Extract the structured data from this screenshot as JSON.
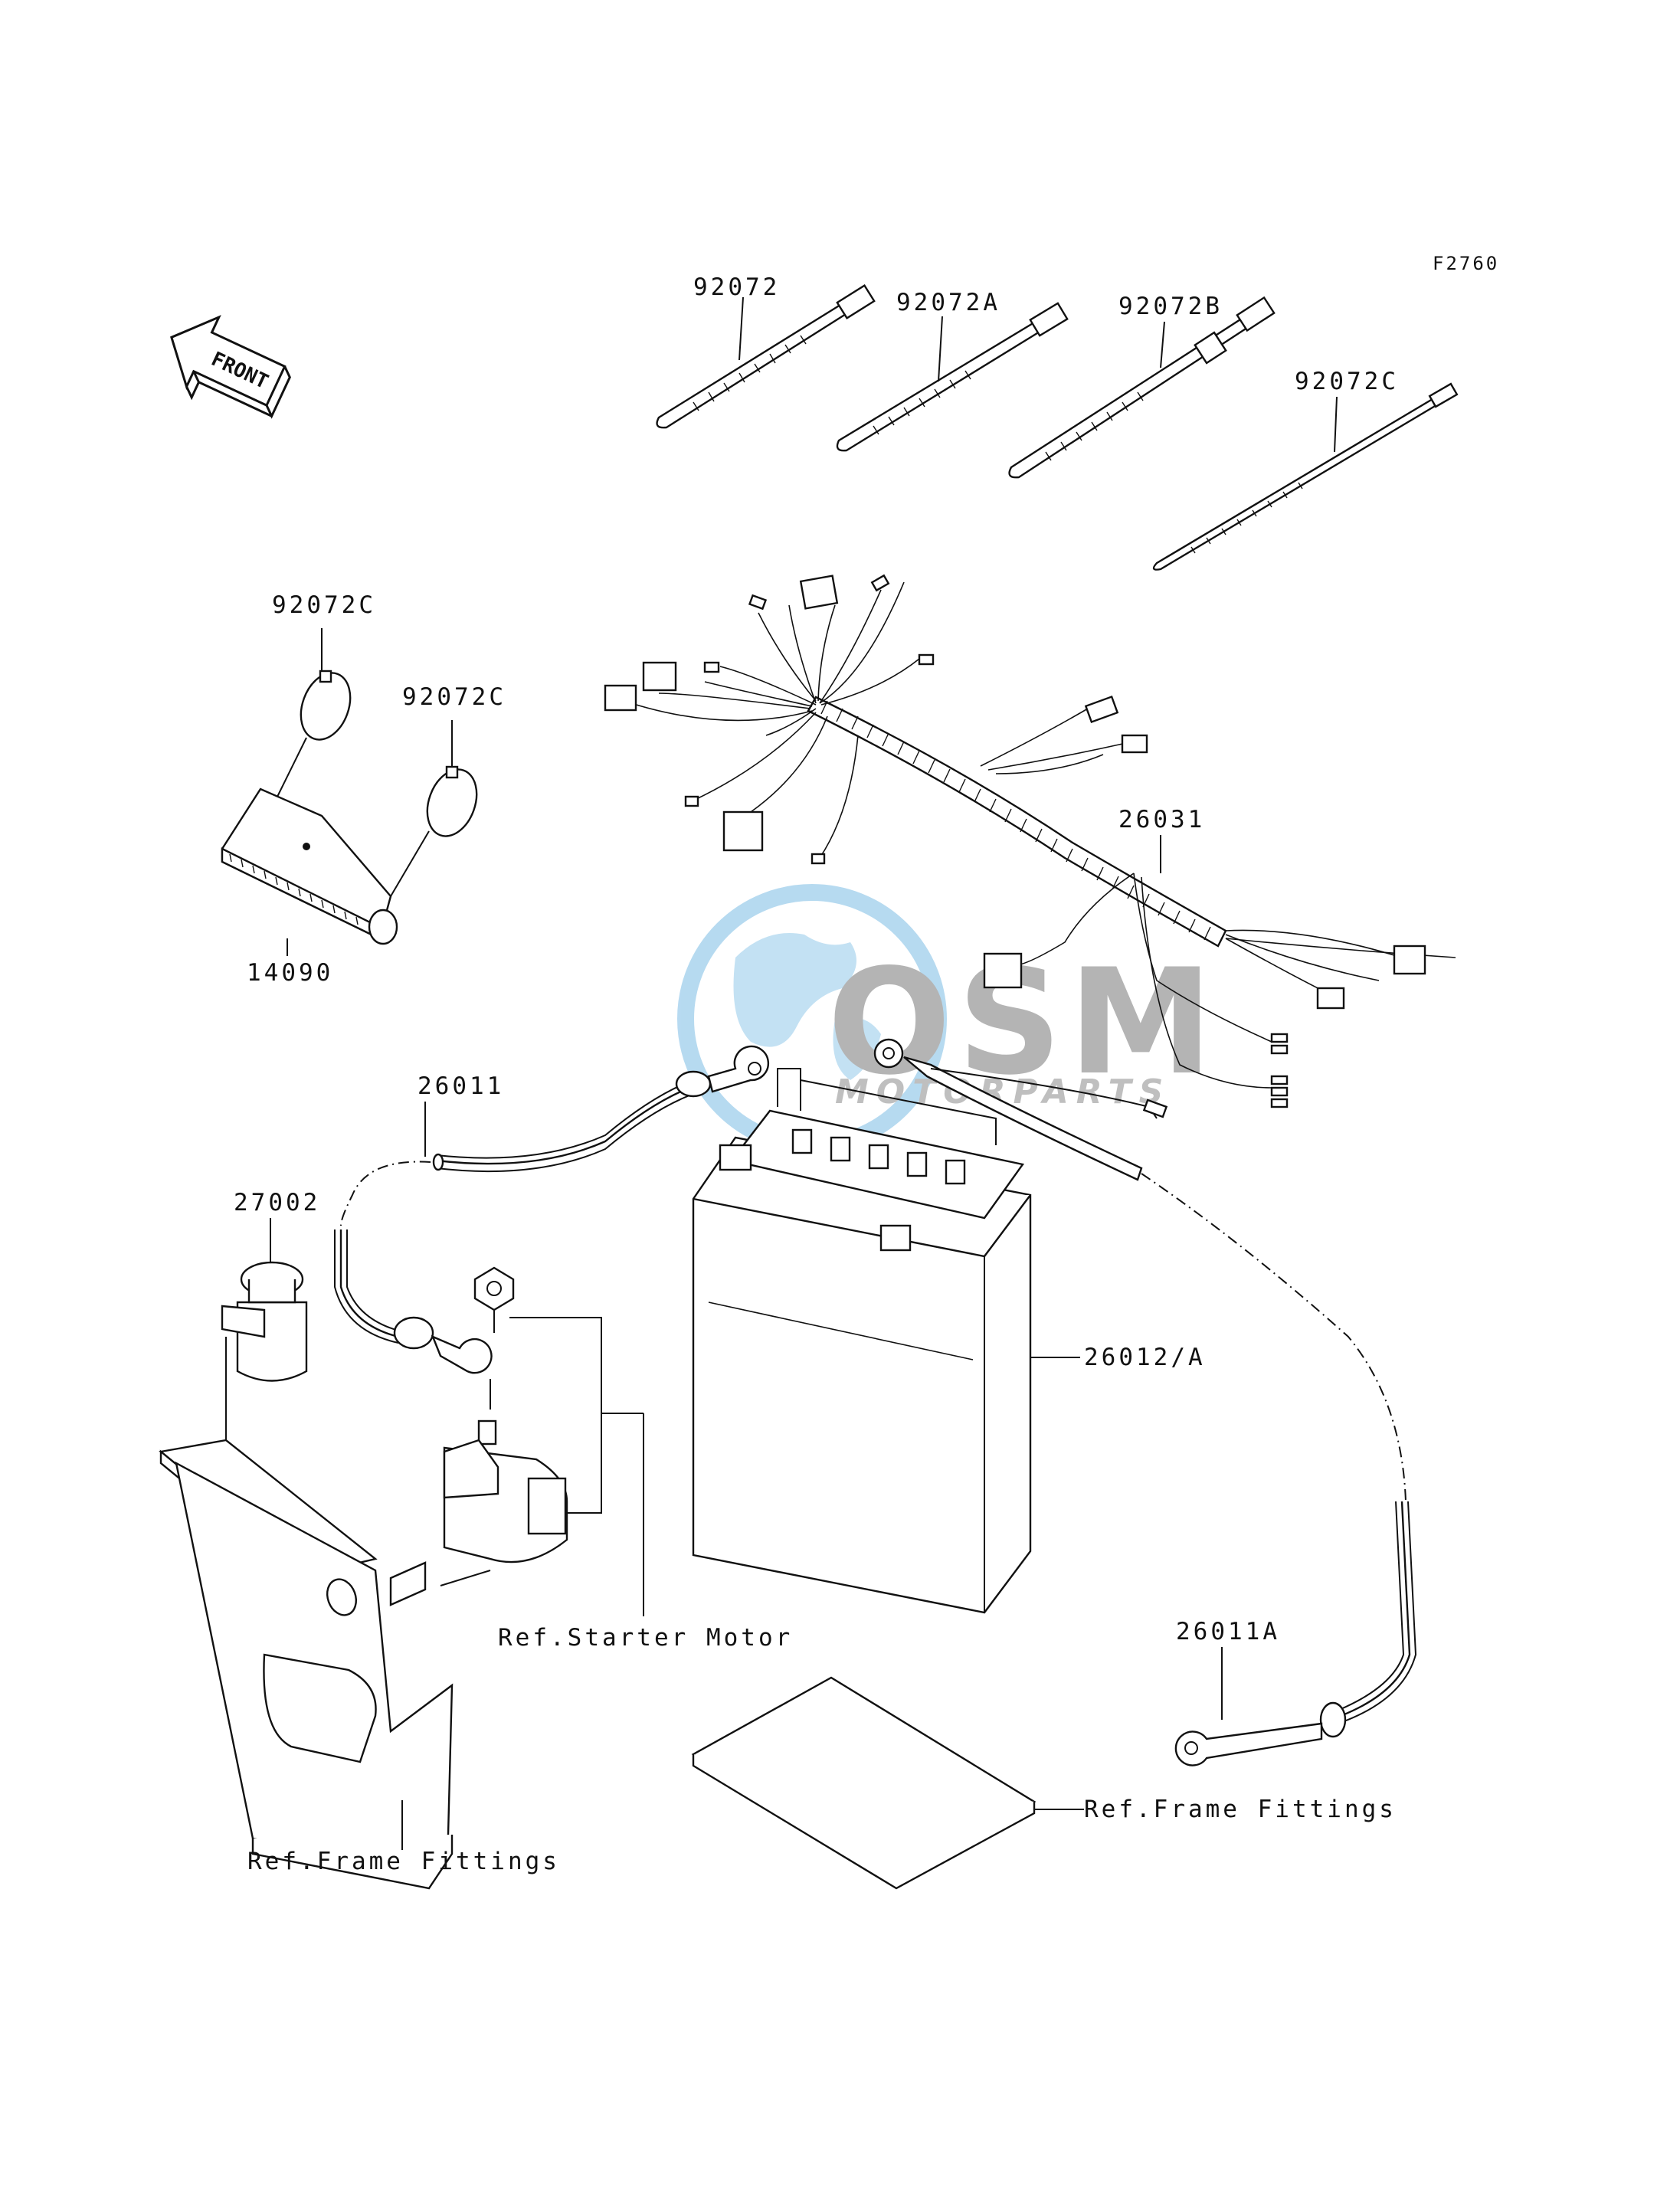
{
  "figure_code": "F2760",
  "front_arrow": "FRONT",
  "watermark": {
    "logo": "OSM",
    "tagline": "MOTORPARTS",
    "color_globe": "#aad4ee",
    "color_letters": "#a8a8a8"
  },
  "parts": {
    "tie_1": "92072",
    "tie_2": "92072A",
    "tie_3": "92072B",
    "tie_4": "92072C",
    "clamp_left": "92072C",
    "clamp_right": "92072C",
    "relay_box": "14090",
    "main_harness": "26031",
    "battery_cable_positive": "26011",
    "battery": "26012/A",
    "fuse_relay": "27002",
    "ground_cable": "26011A"
  },
  "references": {
    "starter_motor": "Ref.Starter Motor",
    "frame_fittings_right": "Ref.Frame Fittings",
    "frame_fittings_left": "Ref.Frame Fittings"
  }
}
